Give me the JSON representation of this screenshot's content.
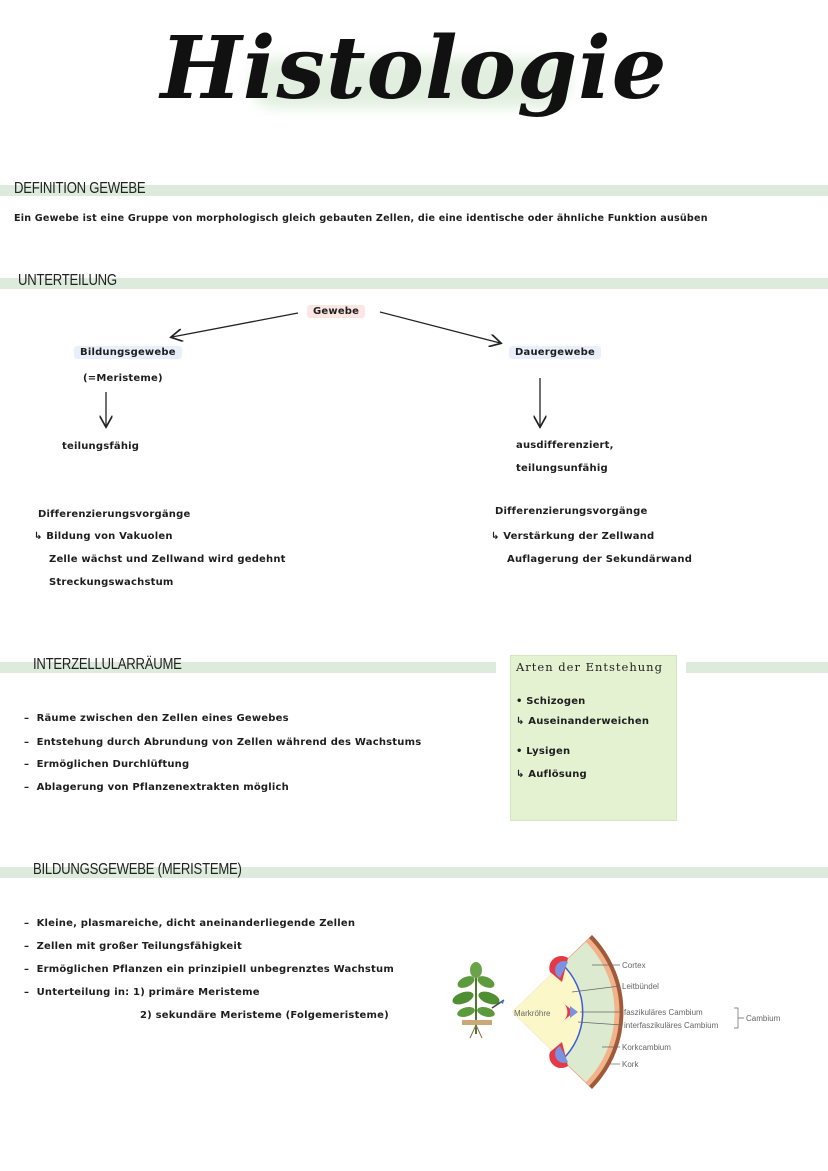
{
  "title": "Histologie",
  "sections": {
    "definition": {
      "heading": "DEFINITION GEWEBE",
      "text": "Ein Gewebe ist eine Gruppe von morphologisch gleich gebauten Zellen, die eine identische oder ähnliche Funktion ausüben"
    },
    "unterteilung": {
      "heading": "UNTERTEILUNG",
      "root": "Gewebe",
      "left": {
        "title": "Bildungsgewebe",
        "subtitle": "(=Meristeme)",
        "property": "teilungsfähig",
        "diff_title": "Differenzierungsvorgänge",
        "diff_lines": [
          "↳ Bildung von Vakuolen",
          "Zelle wächst und Zellwand wird gedehnt",
          "Streckungswachstum"
        ]
      },
      "right": {
        "title": "Dauergewebe",
        "property_lines": [
          "ausdifferenziert,",
          "teilungsunfähig"
        ],
        "diff_title": "Differenzierungsvorgänge",
        "diff_lines": [
          "↳ Verstärkung der Zellwand",
          "Auflagerung der Sekundärwand"
        ]
      }
    },
    "interzellular": {
      "heading": "INTERZELLULARRÄUME",
      "bullets": [
        "Räume zwischen den Zellen eines Gewebes",
        "Entstehung durch Abrundung von Zellen während des Wachstums",
        "Ermöglichen Durchlüftung",
        "Ablagerung von Pflanzenextrakten möglich"
      ],
      "box": {
        "title": "Arten der Entstehung",
        "items": [
          {
            "name": "• Schizogen",
            "desc": "↳ Auseinanderweichen"
          },
          {
            "name": "• Lysigen",
            "desc": "↳ Auflösung"
          }
        ]
      }
    },
    "meristeme": {
      "heading": "BILDUNGSGEWEBE (MERISTEME)",
      "bullets": [
        "Kleine, plasmareiche, dicht aneinanderliegende Zellen",
        "Zellen mit großer Teilungsfähigkeit",
        "Ermöglichen Pflanzen ein prinzipiell unbegrenztes Wachstum",
        "Unterteilung in: 1) primäre Meristeme"
      ],
      "sub_item": "2) sekundäre Meristeme (Folgemeristeme)",
      "diagram_labels": {
        "markroehre": "Markröhre",
        "cortex": "Cortex",
        "leitbuendel": "Leitbündel",
        "fasz": "faszikuläres Cambium",
        "interfasz": "interfaszikuläres Cambium",
        "cambium": "Cambium",
        "korkcambium": "Korkcambium",
        "kork": "Kork"
      }
    }
  },
  "colors": {
    "band": "#dcebdc",
    "box": "#e5f2d2",
    "highlight_pink": "#fbe6e3",
    "highlight_blue": "#eaf0fb"
  }
}
